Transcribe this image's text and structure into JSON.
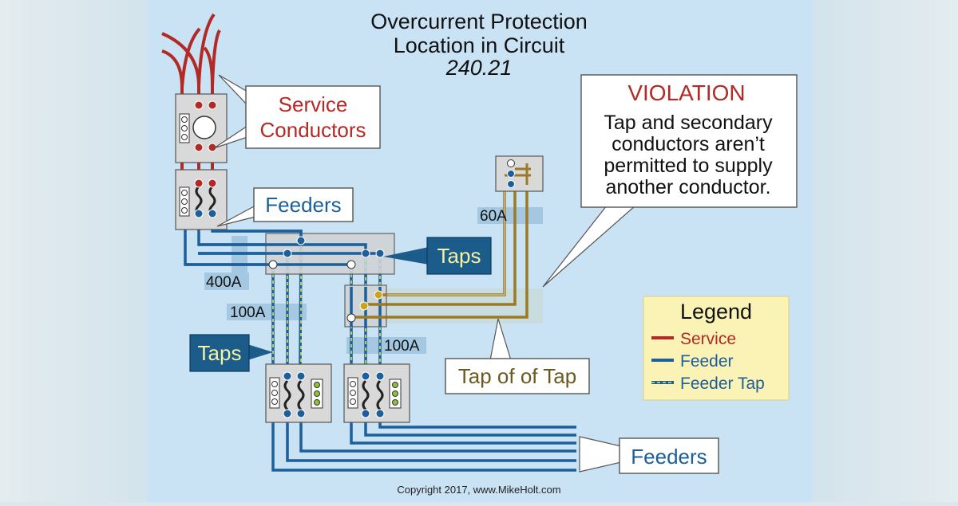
{
  "title": {
    "line1": "Overcurrent Protection",
    "line2": "Location in Circuit",
    "line3": "240.21"
  },
  "callouts": {
    "service": {
      "line1": "Service",
      "line2": "Conductors"
    },
    "feeders_top": "Feeders",
    "taps_right": "Taps",
    "taps_left": "Taps",
    "tap_of_tap": "Tap of of Tap",
    "feeders_bottom": "Feeders",
    "violation": {
      "heading": "VIOLATION",
      "line1": "Tap and secondary",
      "line2": "conductors aren’t",
      "line3": "permitted to supply",
      "line4": "another conductor."
    }
  },
  "ratings": {
    "r400": "400A",
    "r100_left": "100A",
    "r100_right": "100A",
    "r60": "60A"
  },
  "legend": {
    "title": "Legend",
    "items": [
      {
        "label": "Service",
        "color": "#b22a25",
        "style": "solid"
      },
      {
        "label": "Feeder",
        "color": "#1c5f99",
        "style": "solid"
      },
      {
        "label": "Feeder Tap",
        "color": "#1c5f99",
        "accent": "#e7e34a",
        "style": "dashed"
      }
    ]
  },
  "colors": {
    "service": "#b22a25",
    "feeder": "#1c5f99",
    "tap": "#9c7a25",
    "violation": "#b22a25",
    "taps_box": "#1b5c8b",
    "taps_text": "#f6f2a0",
    "legend_bg": "#fbf3b6"
  },
  "footer": "Copyright 2017, www.MikeHolt.com"
}
